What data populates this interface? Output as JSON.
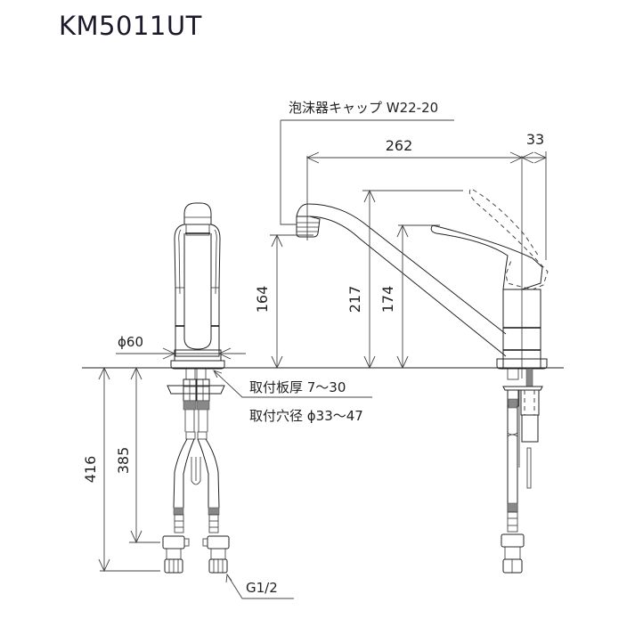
{
  "drawing": {
    "title": "KM5011UT",
    "callouts": {
      "aerator_cap": "泡沫器キャップ W22-20",
      "mount_plate_thickness": "取付板厚 7～30",
      "mount_hole_diameter": "取付穴径 ϕ33～47",
      "thread": "G1/2"
    },
    "dimensions": {
      "spout_reach": "262",
      "handle_offset": "33",
      "base_diameter": "ϕ60",
      "spout_height": "164",
      "overall_height": "217",
      "handle_height": "174",
      "hose_length_total": "416",
      "hose_length_to_nut": "385"
    },
    "views": [
      "front-view",
      "side-view",
      "rear-side-view"
    ],
    "colors": {
      "line": "#222222",
      "background": "#ffffff"
    }
  }
}
